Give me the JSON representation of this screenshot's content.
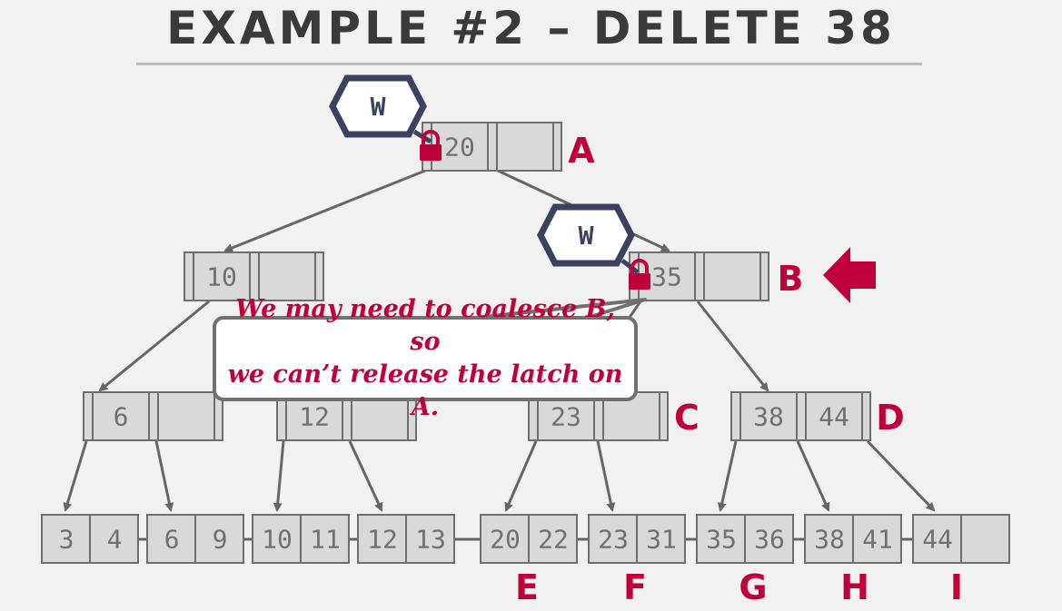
{
  "title": "EXAMPLE #2 – DELETE 38",
  "callout": {
    "line1": "We may need to coalesce B, so",
    "line2": "we can’t release the latch on A."
  },
  "latch_label": "W",
  "nodes": {
    "A": {
      "label": "A",
      "keys": [
        "20",
        ""
      ]
    },
    "B": {
      "label": "B",
      "keys": [
        "35",
        ""
      ]
    },
    "n10": {
      "label": "",
      "keys": [
        "10",
        ""
      ]
    },
    "n6": {
      "label": "",
      "keys": [
        "6",
        ""
      ]
    },
    "n12": {
      "label": "",
      "keys": [
        "12",
        ""
      ]
    },
    "C": {
      "label": "C",
      "keys": [
        "23",
        ""
      ]
    },
    "D": {
      "label": "D",
      "keys": [
        "38",
        "44"
      ]
    },
    "l1": {
      "label": "",
      "keys": [
        "3",
        "4"
      ]
    },
    "l2": {
      "label": "",
      "keys": [
        "6",
        "9"
      ]
    },
    "l3": {
      "label": "",
      "keys": [
        "10",
        "11"
      ]
    },
    "l4": {
      "label": "",
      "keys": [
        "12",
        "13"
      ]
    },
    "E": {
      "label": "E",
      "keys": [
        "20",
        "22"
      ]
    },
    "F": {
      "label": "F",
      "keys": [
        "23",
        "31"
      ]
    },
    "G": {
      "label": "G",
      "keys": [
        "35",
        "36"
      ]
    },
    "H": {
      "label": "H",
      "keys": [
        "38",
        "41"
      ]
    },
    "I": {
      "label": "I",
      "keys": [
        "44",
        ""
      ]
    }
  },
  "colors": {
    "accent": "#c0003c",
    "node_fill": "#d9d9d9",
    "node_stroke": "#6e6e6e",
    "latch_border": "#3c4160"
  },
  "icons": [
    "lock-icon",
    "hexagon-latch-icon",
    "arrow-left-icon"
  ]
}
